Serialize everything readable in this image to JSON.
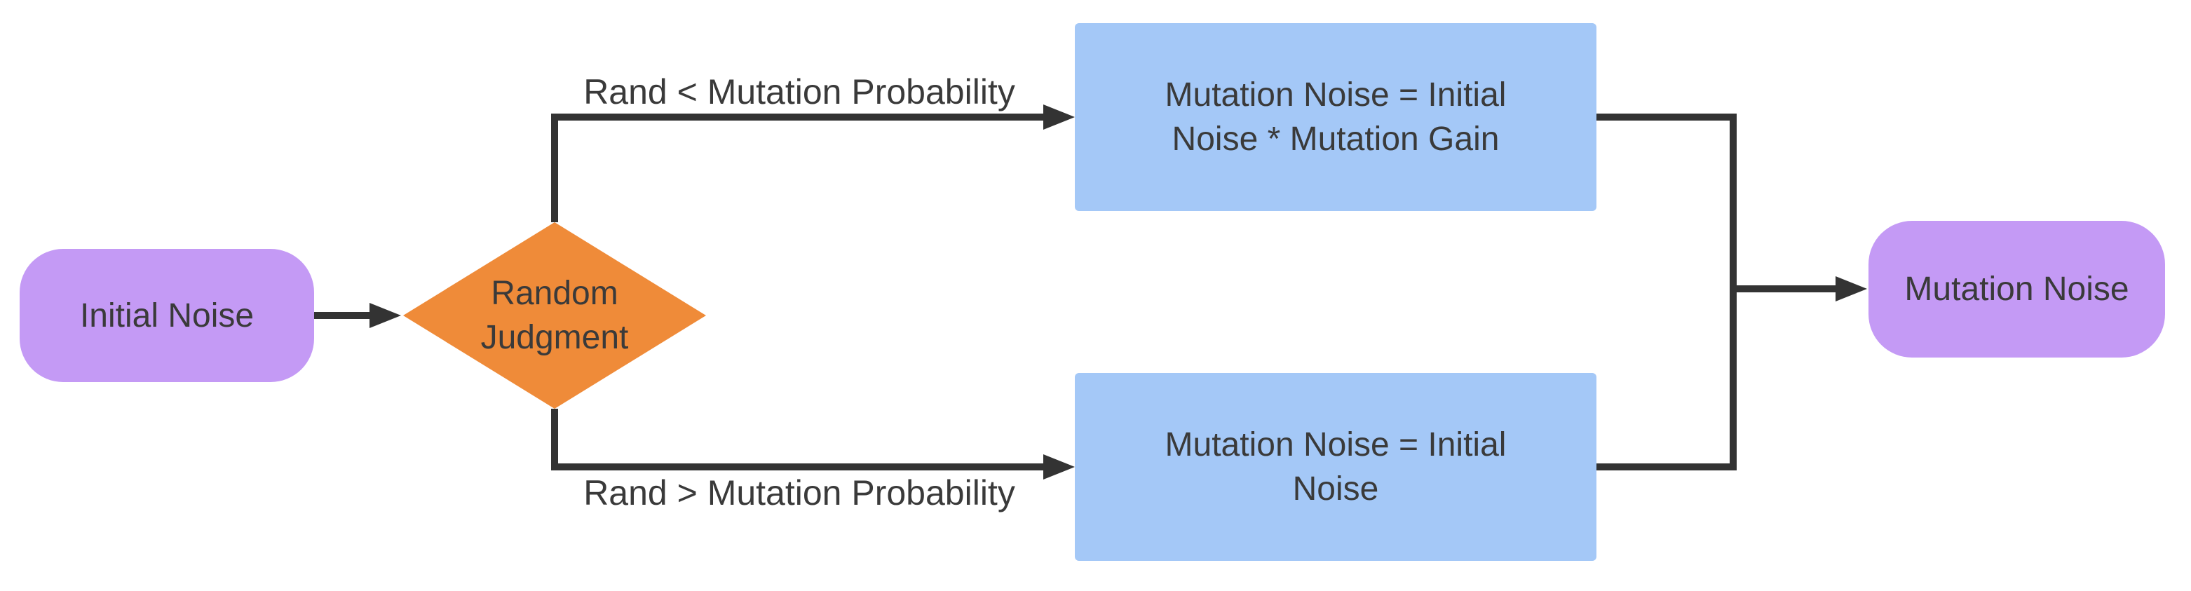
{
  "diagram": {
    "type": "flowchart",
    "nodes": {
      "initial": {
        "label": "Initial Noise",
        "shape": "rounded-terminal",
        "fill": "#c49af5"
      },
      "decision": {
        "label": "Random Judgment",
        "shape": "diamond-decision",
        "fill": "#ef8b39"
      },
      "top_process": {
        "label": "Mutation Noise = Initial Noise * Mutation Gain",
        "shape": "rectangle-process",
        "fill": "#a4c8f7"
      },
      "bottom_process": {
        "label": "Mutation Noise = Initial Noise",
        "shape": "rectangle-process",
        "fill": "#a4c8f7"
      },
      "output": {
        "label": "Mutation Noise",
        "shape": "rounded-terminal",
        "fill": "#c49af5"
      }
    },
    "edges": {
      "initial_to_decision": {
        "label": ""
      },
      "decision_to_top": {
        "label": "Rand < Mutation Probability"
      },
      "decision_to_bottom": {
        "label": "Rand > Mutation Probability"
      },
      "merge_to_output": {
        "label": ""
      }
    },
    "colors": {
      "terminal_fill": "#c49af5",
      "process_fill": "#a4c8f7",
      "decision_fill": "#ef8b39",
      "line": "#333333",
      "text": "#3a3a3a",
      "background": "#ffffff"
    }
  }
}
